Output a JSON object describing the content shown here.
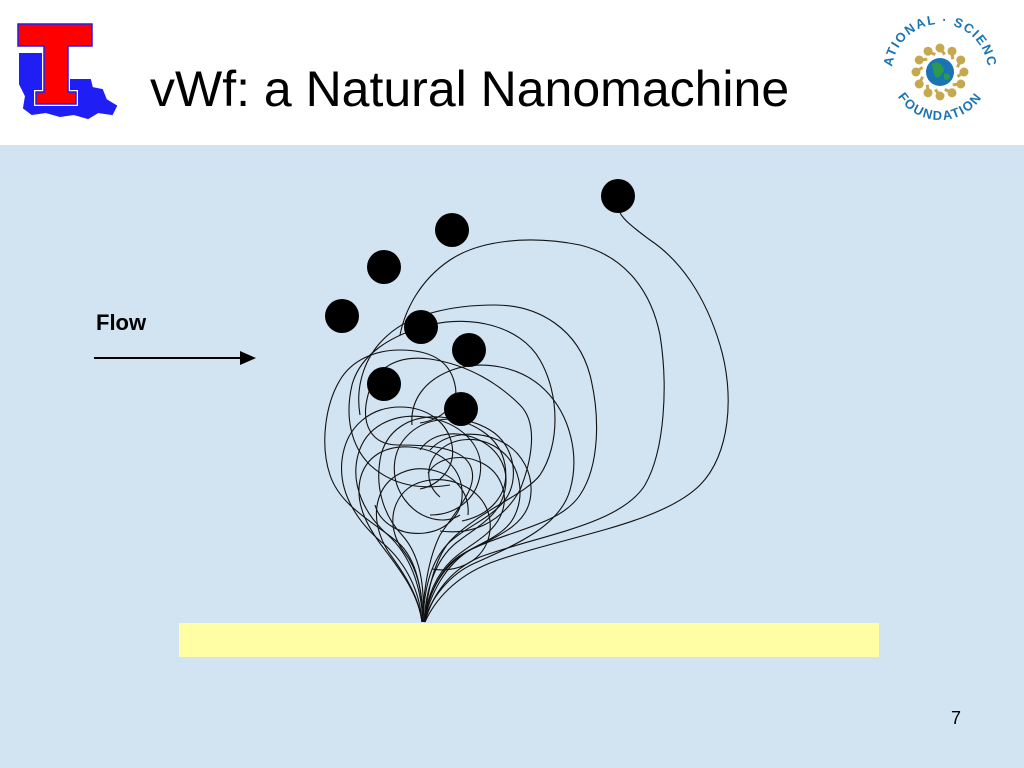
{
  "slide": {
    "title": "vWf: a Natural Nanomachine",
    "flow_label": "Flow",
    "page_number": "7"
  },
  "logos": {
    "left": {
      "icon": "louisiana-tech-logo-icon"
    },
    "right": {
      "icon": "nsf-logo-icon",
      "text_top": "NATIONAL · SCIENCE",
      "text_bottom": "FOUNDATION"
    }
  },
  "colors": {
    "background": "#d2e3f1",
    "surface": "#fffea5",
    "logo_red": "#ff0000",
    "logo_blue": "#1e1ef5",
    "nsf_gold": "#c6a94f",
    "nsf_blue": "#1a74b4",
    "nsf_green": "#2c9a4a",
    "strand": "#111111",
    "ball": "#000000"
  }
}
